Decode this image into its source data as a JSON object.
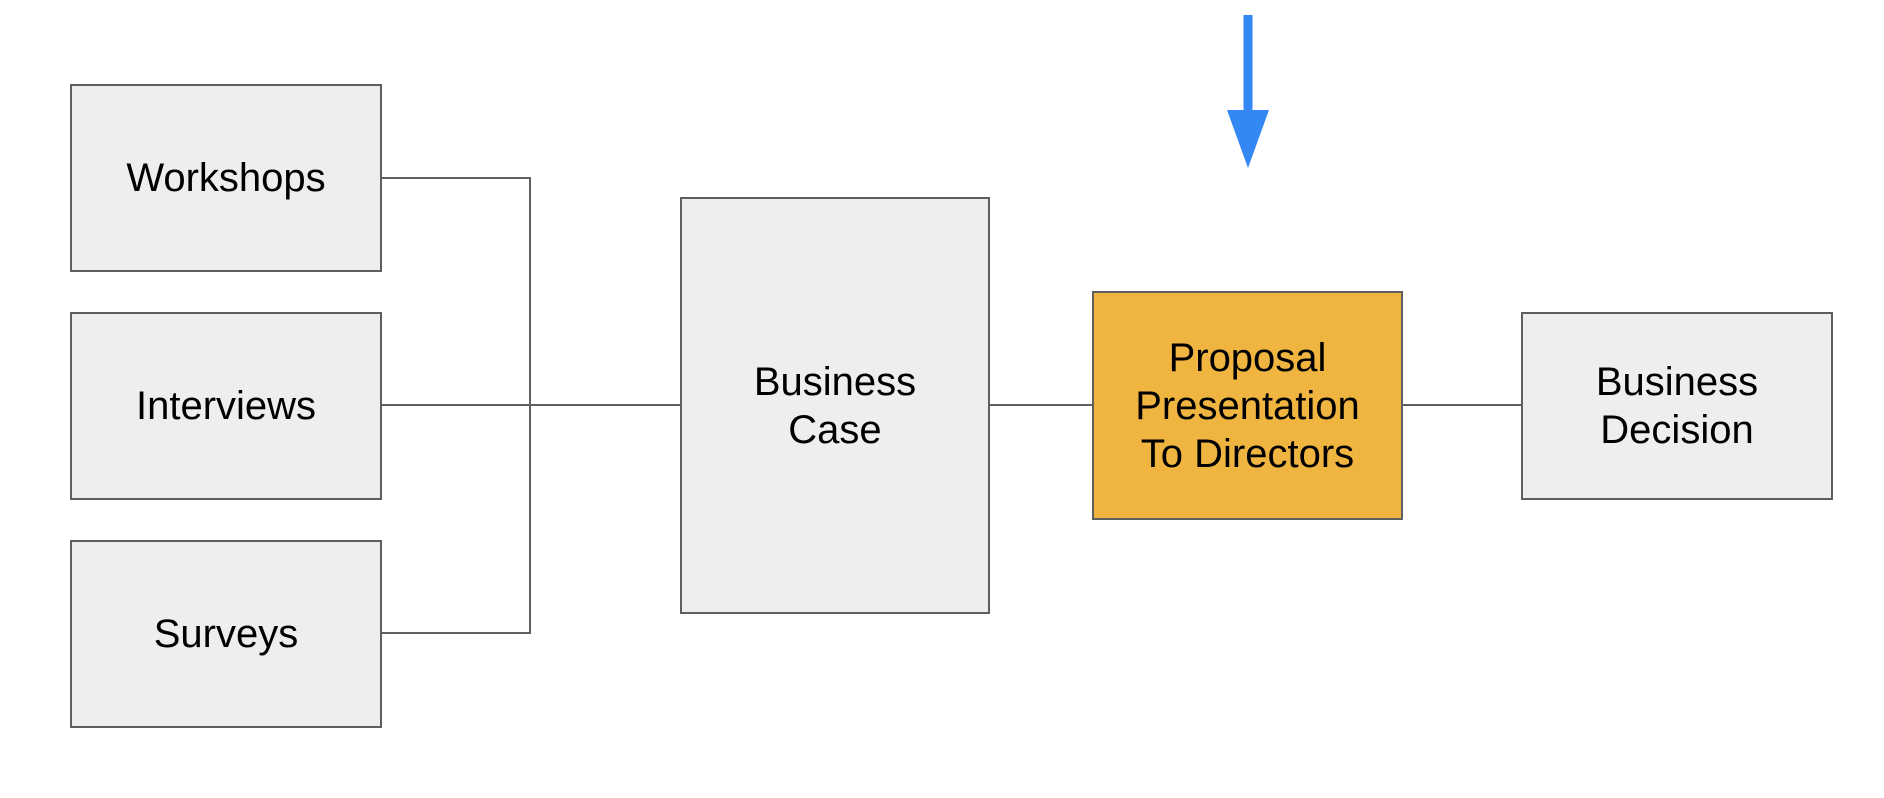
{
  "diagram": {
    "nodes": {
      "workshops": {
        "label": "Workshops"
      },
      "interviews": {
        "label": "Interviews"
      },
      "surveys": {
        "label": "Surveys"
      },
      "business_case": {
        "label": "Business\nCase"
      },
      "proposal": {
        "label": "Proposal\nPresentation\nTo Directors"
      },
      "business_decision": {
        "label": "Business\nDecision"
      }
    },
    "edges": [
      {
        "from": "Workshops",
        "to": "Business Case"
      },
      {
        "from": "Interviews",
        "to": "Business Case"
      },
      {
        "from": "Surveys",
        "to": "Business Case"
      },
      {
        "from": "Business Case",
        "to": "Proposal Presentation To Directors"
      },
      {
        "from": "Proposal Presentation To Directors",
        "to": "Business Decision"
      }
    ],
    "colors": {
      "node_fill": "#eeeeee",
      "node_border": "#5f5f5f",
      "highlight_fill": "#f0b541",
      "connector": "#5f5f5f",
      "arrow": "#3388f4"
    }
  }
}
